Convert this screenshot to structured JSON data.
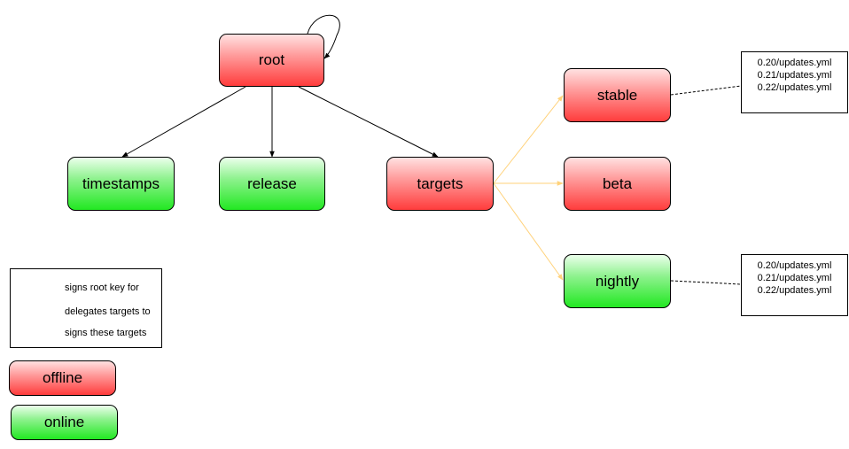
{
  "nodes": {
    "root": "root",
    "timestamps": "timestamps",
    "release": "release",
    "targets": "targets",
    "stable": "stable",
    "beta": "beta",
    "nightly": "nightly"
  },
  "stable_files": [
    "0.20/updates.yml",
    "0.21/updates.yml",
    "0.22/updates.yml"
  ],
  "nightly_files": [
    "0.20/updates.yml",
    "0.21/updates.yml",
    "0.22/updates.yml"
  ],
  "legend": {
    "signs_root": "signs root key for",
    "delegates": "delegates targets to",
    "signs_targets": "signs these targets"
  },
  "key": {
    "offline": "offline",
    "online": "online"
  },
  "colors": {
    "offline": "#ff5050",
    "online": "#33ee33",
    "delegation_arrow": "#ffd27a",
    "sign_arrow": "#000000"
  }
}
